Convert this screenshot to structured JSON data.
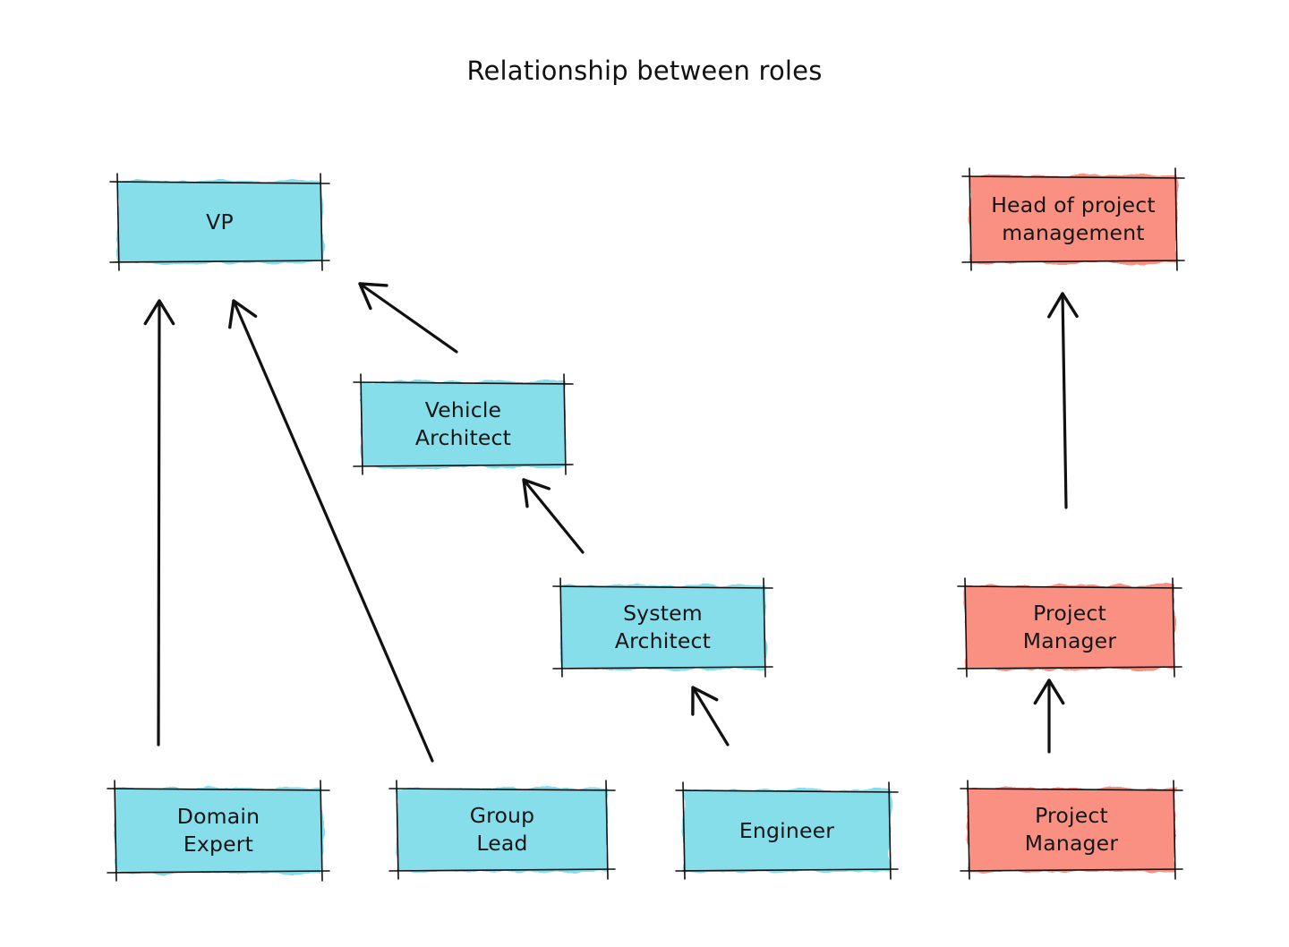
{
  "title": "Relationship between roles",
  "colors": {
    "technical_fill": "#7fdde9",
    "management_fill": "#fa8b7c",
    "stroke": "#111111"
  },
  "roles": [
    {
      "id": "vp",
      "name": "VP",
      "lines": [
        "VP"
      ],
      "track": "technical"
    },
    {
      "id": "vehicle-architect",
      "name": "Vehicle Architect",
      "lines": [
        "Vehicle",
        "Architect"
      ],
      "track": "technical"
    },
    {
      "id": "system-architect",
      "name": "System Architect",
      "lines": [
        "System",
        "Architect"
      ],
      "track": "technical"
    },
    {
      "id": "domain-expert",
      "name": "Domain Expert",
      "lines": [
        "Domain",
        "Expert"
      ],
      "track": "technical"
    },
    {
      "id": "group-lead",
      "name": "Group Lead",
      "lines": [
        "Group",
        "Lead"
      ],
      "track": "technical"
    },
    {
      "id": "engineer",
      "name": "Engineer",
      "lines": [
        "Engineer"
      ],
      "track": "technical"
    },
    {
      "id": "head-of-pm",
      "name": "Head of project management",
      "lines": [
        "Head of project",
        "management"
      ],
      "track": "management"
    },
    {
      "id": "project-manager-senior",
      "name": "Project Manager",
      "lines": [
        "Project",
        "Manager"
      ],
      "track": "management"
    },
    {
      "id": "project-manager",
      "name": "Project Manager",
      "lines": [
        "Project",
        "Manager"
      ],
      "track": "management"
    }
  ],
  "relationships": [
    {
      "from": "domain-expert",
      "to": "vp"
    },
    {
      "from": "group-lead",
      "to": "vp"
    },
    {
      "from": "vehicle-architect",
      "to": "vp"
    },
    {
      "from": "system-architect",
      "to": "vehicle-architect"
    },
    {
      "from": "engineer",
      "to": "system-architect"
    },
    {
      "from": "project-manager",
      "to": "project-manager-senior"
    },
    {
      "from": "project-manager-senior",
      "to": "head-of-pm"
    }
  ]
}
